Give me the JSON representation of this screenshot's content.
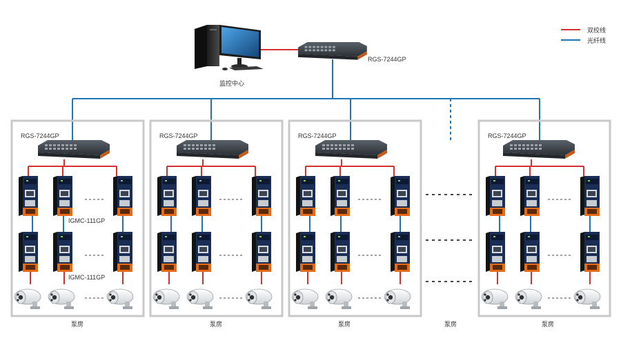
{
  "legend": {
    "twisted_pair_label": "双绞线",
    "fiber_label": "光纤线"
  },
  "monitor_center": {
    "label": "监控中心",
    "switch_model": "RGS-7244GP"
  },
  "pump_rooms": [
    {
      "switch_model": "RGS-7244GP",
      "label": "泵房",
      "converter_label_row1": "IGMC-111GP",
      "converter_label_row2": "IGMC-111GP"
    },
    {
      "switch_model": "RGS-7244GP",
      "label": "泵房"
    },
    {
      "switch_model": "RGS-7244GP",
      "label": "泵房"
    },
    {
      "switch_model": "RGS-7244GP",
      "label": "泵房"
    }
  ],
  "gap_label": "泵房",
  "colors": {
    "twisted_pair": "#d62f2f",
    "fiber": "#1f74b6",
    "box_border": "#c8c8c8",
    "dots": "#444444"
  },
  "icons": {
    "switch": "rack-switch-icon",
    "converter": "media-converter-icon",
    "camera": "bullet-camera-icon",
    "computer": "desktop-computer-icon"
  }
}
